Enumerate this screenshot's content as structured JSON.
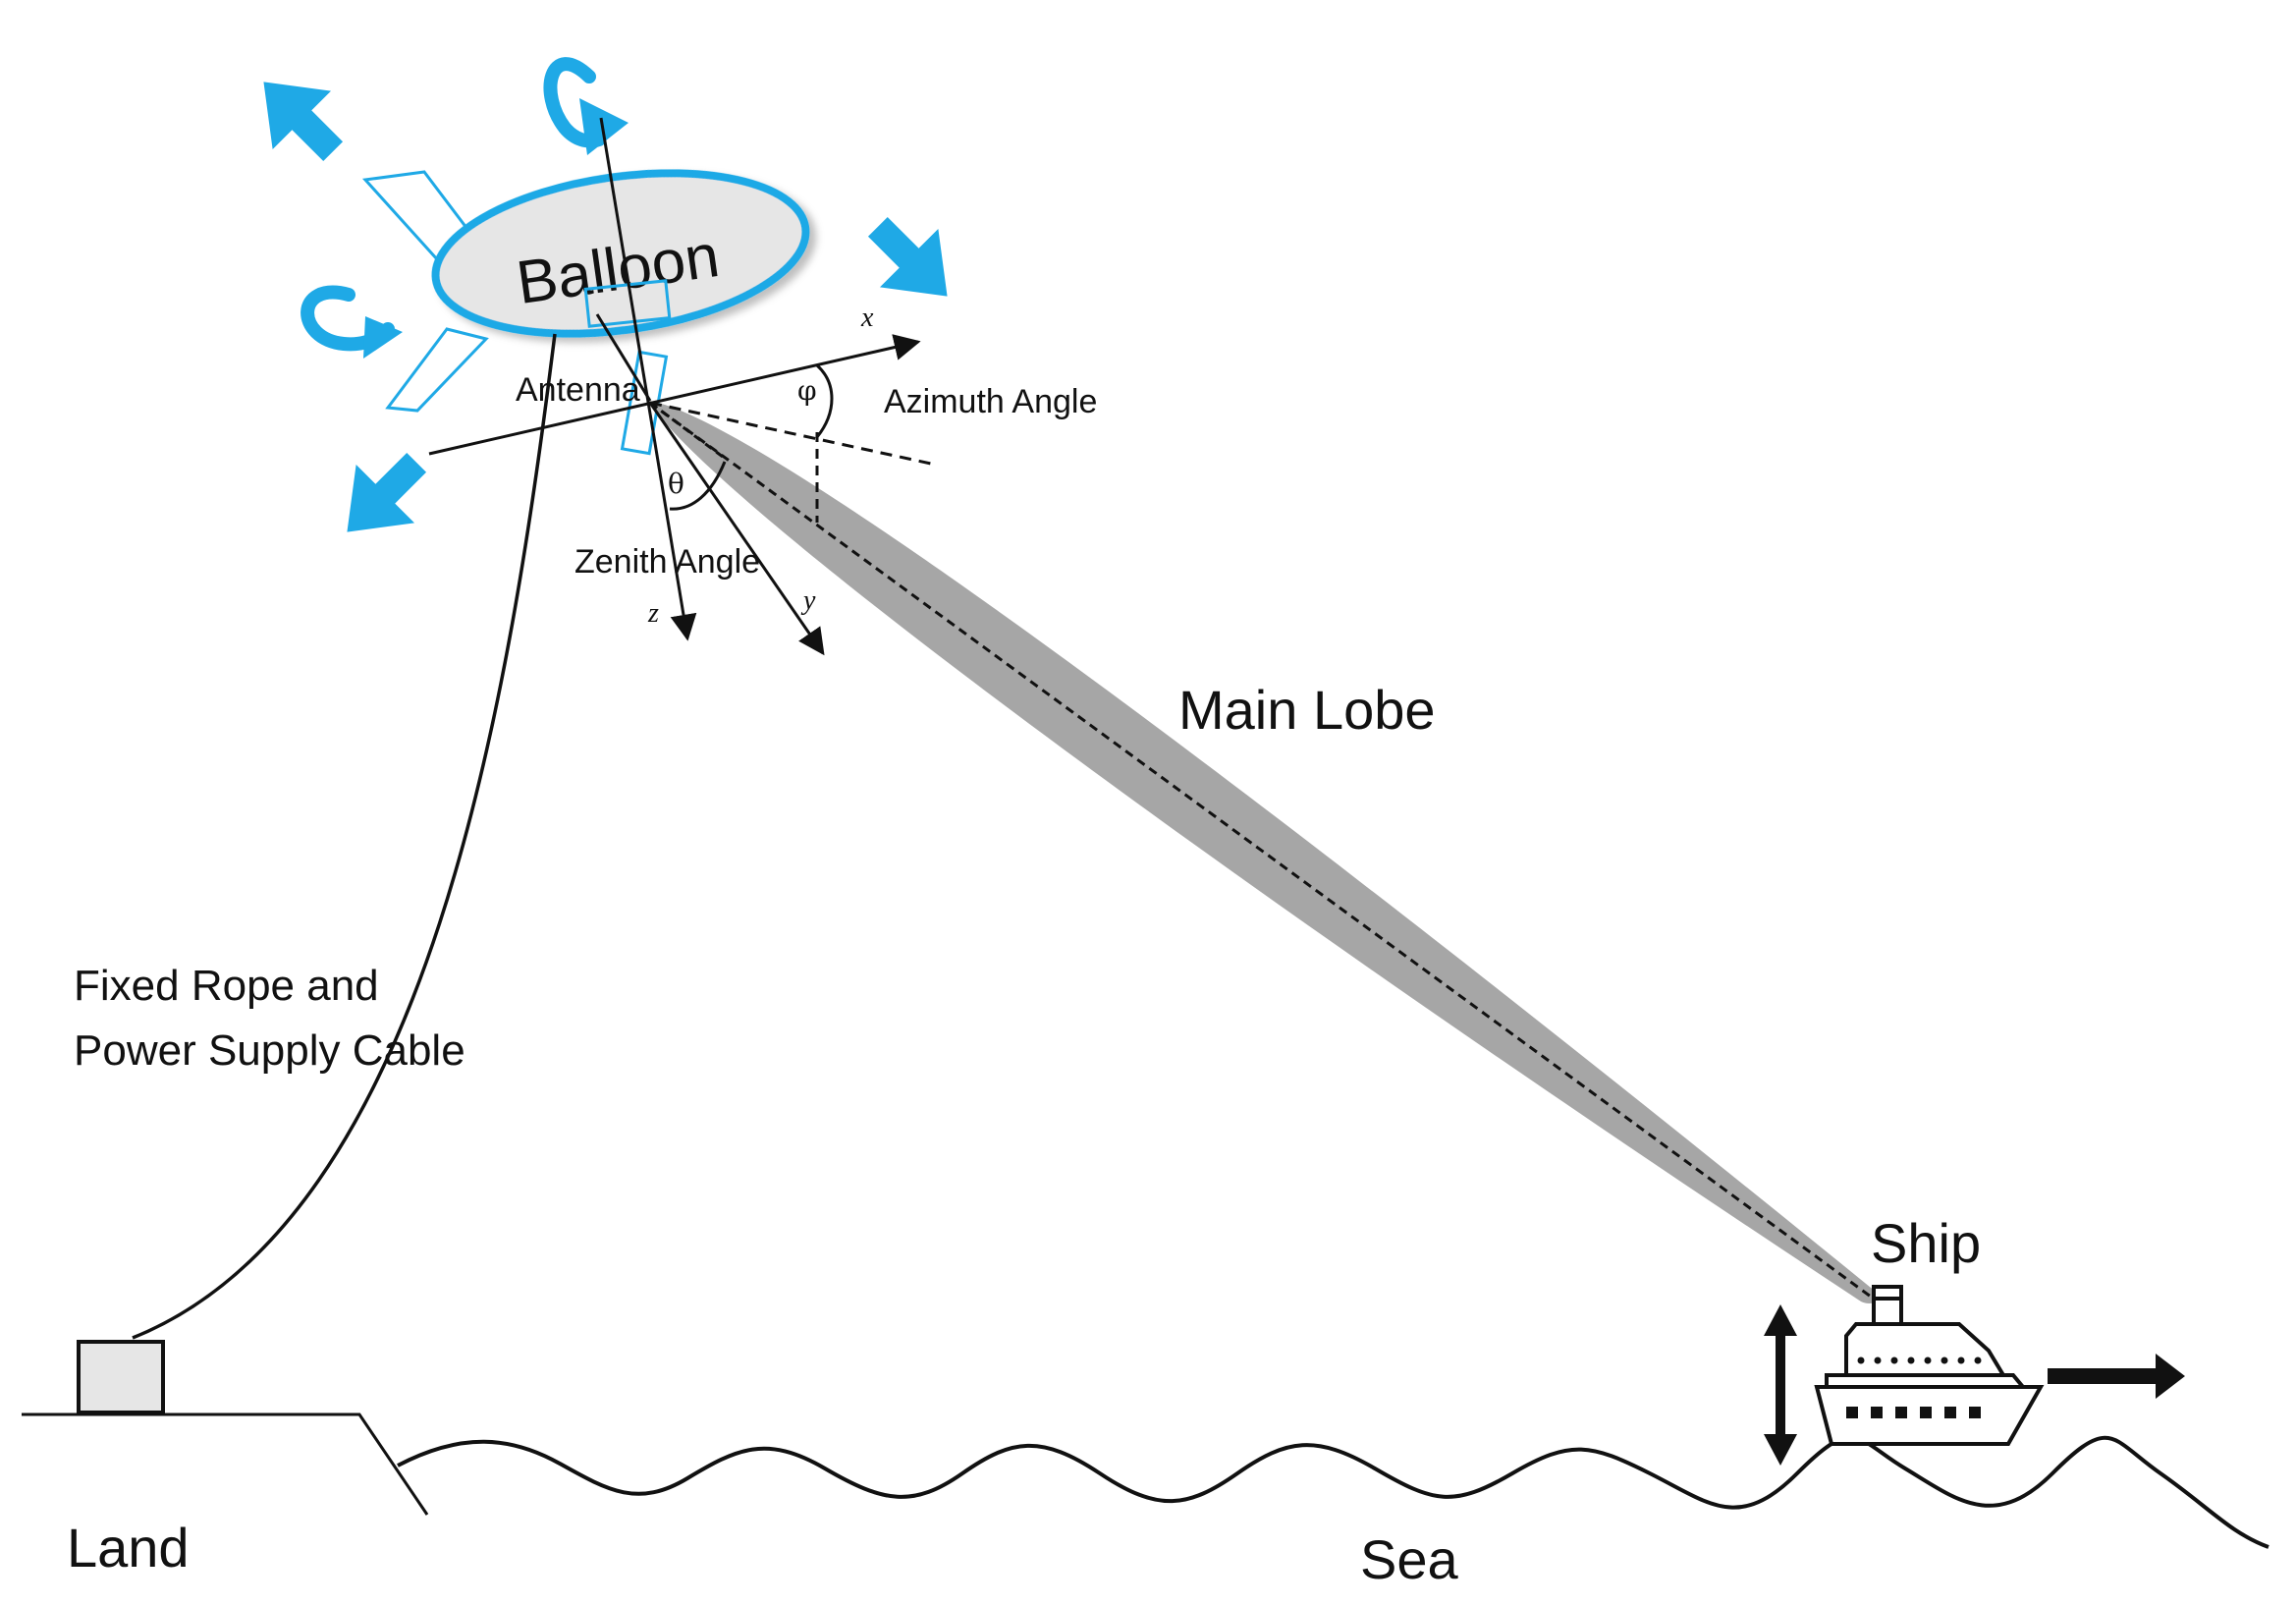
{
  "labels": {
    "balloon": "Balloon",
    "antenna": "Antenna",
    "azimuth_angle": "Azimuth Angle",
    "zenith_angle": "Zenith Angle",
    "main_lobe": "Main Lobe",
    "rope_line1": "Fixed Rope and",
    "rope_line2": "Power Supply Cable",
    "ship": "Ship",
    "land": "Land",
    "sea": "Sea"
  },
  "axes": {
    "x": "x",
    "y": "y",
    "z": "z"
  },
  "symbols": {
    "phi": "φ",
    "theta": "θ"
  },
  "colors": {
    "accent_blue": "#1fa9e6",
    "balloon_fill": "#e6e6e6",
    "beam_fill": "#a6a6a6",
    "ink": "#111111"
  }
}
